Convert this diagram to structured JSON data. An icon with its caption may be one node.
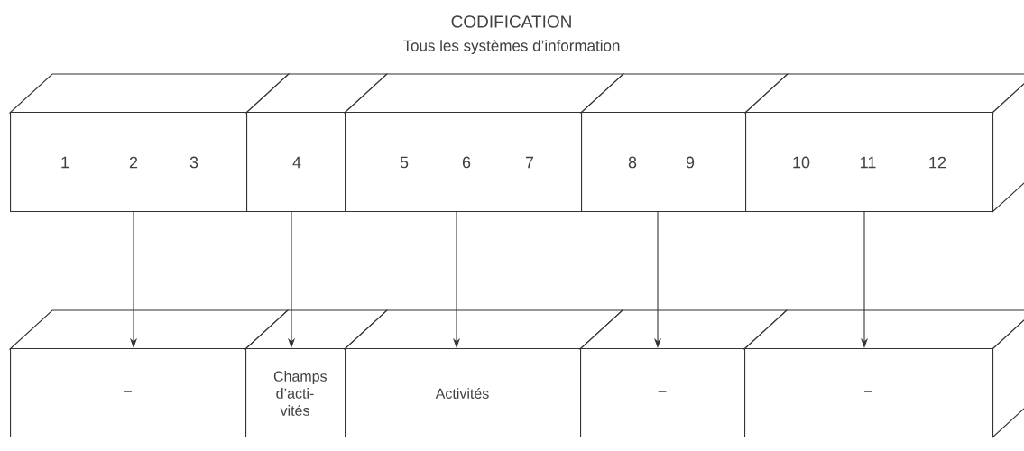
{
  "diagram": {
    "title": "CODIFICATION",
    "nodes": [
      {
        "text": [
          "1",
          "2",
          "3"
        ]
      },
      {
        "text": [
          "4"
        ]
      },
      {
        "text": [
          "5",
          "6",
          "7"
        ]
      },
      {
        "text": [
          "8",
          "9"
        ]
      },
      {
        "text": [
          "10",
          "11",
          "12"
        ]
      },
      {
        "text": [
          "–"
        ]
      },
      {
        "text": [
          "Champs d’acti- vités"
        ]
      },
      {
        "text": [
          "Activités"
        ]
      },
      {
        "text": [
          "–"
        ]
      },
      {
        "text": [
          "–"
        ]
      }
    ],
    "edges": [
      {
        "from": 0,
        "to": 5,
        "arrow": "to"
      },
      {
        "from": 1,
        "to": 6,
        "arrow": "to"
      },
      {
        "from": 2,
        "to": 7,
        "arrow": "to"
      },
      {
        "from": 3,
        "to": 8,
        "arrow": "to"
      },
      {
        "from": 4,
        "to": 9,
        "arrow": "to"
      }
    ],
    "labels": [
      "Tous les systèmes d’information"
    ]
  }
}
